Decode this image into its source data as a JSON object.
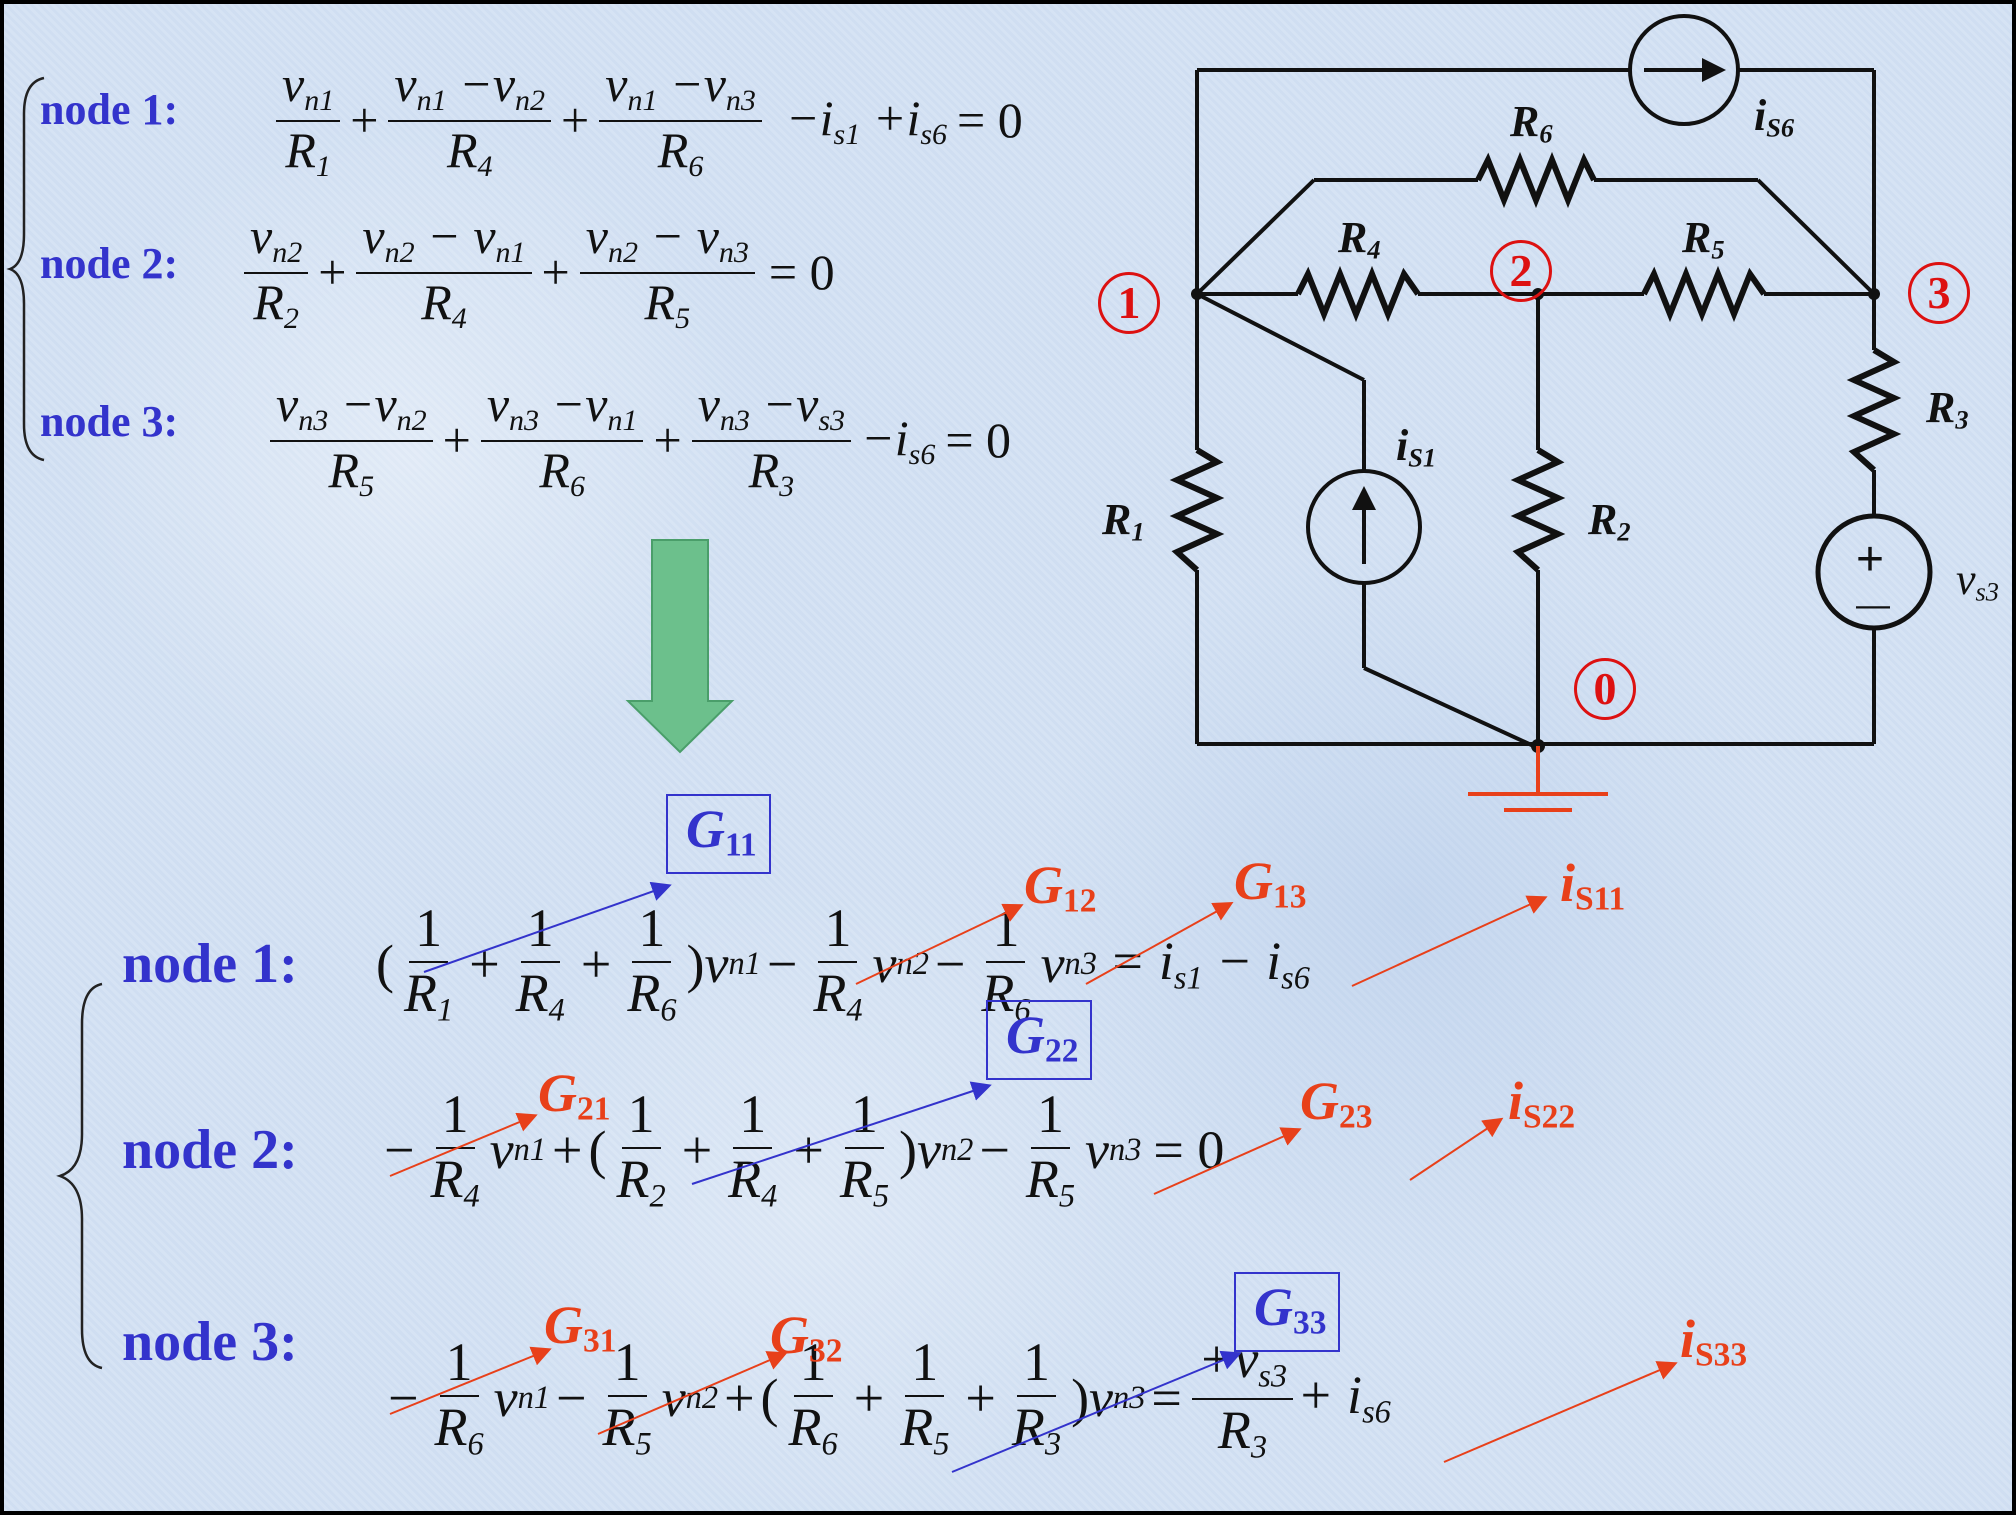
{
  "top_equations": [
    {
      "label": "node 1:",
      "n1": "v",
      "n1s": "n1",
      "d1": "R",
      "d1s": "1",
      "n2": "v",
      "n2s": "n1",
      "n2m": "−v",
      "n2ms": "n2",
      "d2": "R",
      "d2s": "4",
      "n3": "v",
      "n3s": "n1",
      "n3m": "−v",
      "n3ms": "n3",
      "d3": "R",
      "d3s": "6",
      "tail_a": "−i",
      "tail_as": "s1",
      "tail_b": "+i",
      "tail_bs": "s6",
      "rhs": "= 0"
    },
    {
      "label": "node 2:",
      "n1": "v",
      "n1s": "n2",
      "d1": "R",
      "d1s": "2",
      "n2": "v",
      "n2s": "n2",
      "n2m": "− v",
      "n2ms": "n1",
      "d2": "R",
      "d2s": "4",
      "n3": "v",
      "n3s": "n2",
      "n3m": "− v",
      "n3ms": "n3",
      "d3": "R",
      "d3s": "5",
      "rhs": "= 0"
    },
    {
      "label": "node 3:",
      "n1": "v",
      "n1s": "n3",
      "n1m": "−v",
      "n1ms": "n2",
      "d1": "R",
      "d1s": "5",
      "n2": "v",
      "n2s": "n3",
      "n2m": "−v",
      "n2ms": "n1",
      "d2": "R",
      "d2s": "6",
      "n3": "v",
      "n3s": "n3",
      "n3m": "−v",
      "n3ms": "s3",
      "d3": "R",
      "d3s": "3",
      "tail_a": "−i",
      "tail_as": "s6",
      "rhs": "= 0"
    }
  ],
  "bottom_equations": [
    {
      "label": "node 1:",
      "one": "1",
      "lp": "(",
      "rp": ")",
      "r_a": "R",
      "r_as": "1",
      "r_b": "R",
      "r_bs": "4",
      "r_c": "R",
      "r_cs": "6",
      "v_a": "v",
      "v_as": "n1",
      "m1_den": "R",
      "m1_dens": "4",
      "m1_v": "v",
      "m1_vs": "n2",
      "m2_den": "R",
      "m2_dens": "6",
      "m2_v": "v",
      "m2_vs": "n3",
      "rhs_a": "= i",
      "rhs_as": "s1",
      "rhs_b": "− i",
      "rhs_bs": "s6"
    },
    {
      "label": "node 2:",
      "one": "1",
      "lp": "(",
      "rp": ")",
      "m1_den": "R",
      "m1_dens": "4",
      "m1_v": "v",
      "m1_vs": "n1",
      "r_a": "R",
      "r_as": "2",
      "r_b": "R",
      "r_bs": "4",
      "r_c": "R",
      "r_cs": "5",
      "v_a": "v",
      "v_as": "n2",
      "m2_den": "R",
      "m2_dens": "5",
      "m2_v": "v",
      "m2_vs": "n3",
      "rhs_a": "= 0"
    },
    {
      "label": "node 3:",
      "one": "1",
      "lp": "(",
      "rp": ")",
      "m1_den": "R",
      "m1_dens": "6",
      "m1_v": "v",
      "m1_vs": "n1",
      "m2_den": "R",
      "m2_dens": "5",
      "m2_v": "v",
      "m2_vs": "n2",
      "r_a": "R",
      "r_as": "6",
      "r_b": "R",
      "r_bs": "5",
      "r_c": "R",
      "r_cs": "3",
      "v_a": "v",
      "v_as": "n3",
      "rhs_num": "+v",
      "rhs_nums": "s3",
      "rhs_den": "R",
      "rhs_dens": "3",
      "rhs_b": "+ i",
      "rhs_bs": "s6"
    }
  ],
  "annotations": {
    "G": "G",
    "G11": "11",
    "G12": "12",
    "G13": "13",
    "G21": "21",
    "G22": "22",
    "G23": "23",
    "G31": "31",
    "G32": "32",
    "G33": "33",
    "i": "i",
    "iS11": "S11",
    "iS22": "S22",
    "iS33": "S33"
  },
  "circuit": {
    "R": "R",
    "R1": "1",
    "R2": "2",
    "R3": "3",
    "R4": "4",
    "R5": "5",
    "R6": "6",
    "i": "i",
    "is1": "S1",
    "is6": "S6",
    "v": "v",
    "vs3": "s3",
    "node0": "0",
    "node1": "1",
    "node2": "2",
    "node3": "3",
    "plus": "+",
    "minus": "—"
  },
  "colors": {
    "label_blue": "#3333cc",
    "annotation_red": "#e8401a",
    "node_red": "#dd1111",
    "arrow_green": "#6cc08c"
  }
}
